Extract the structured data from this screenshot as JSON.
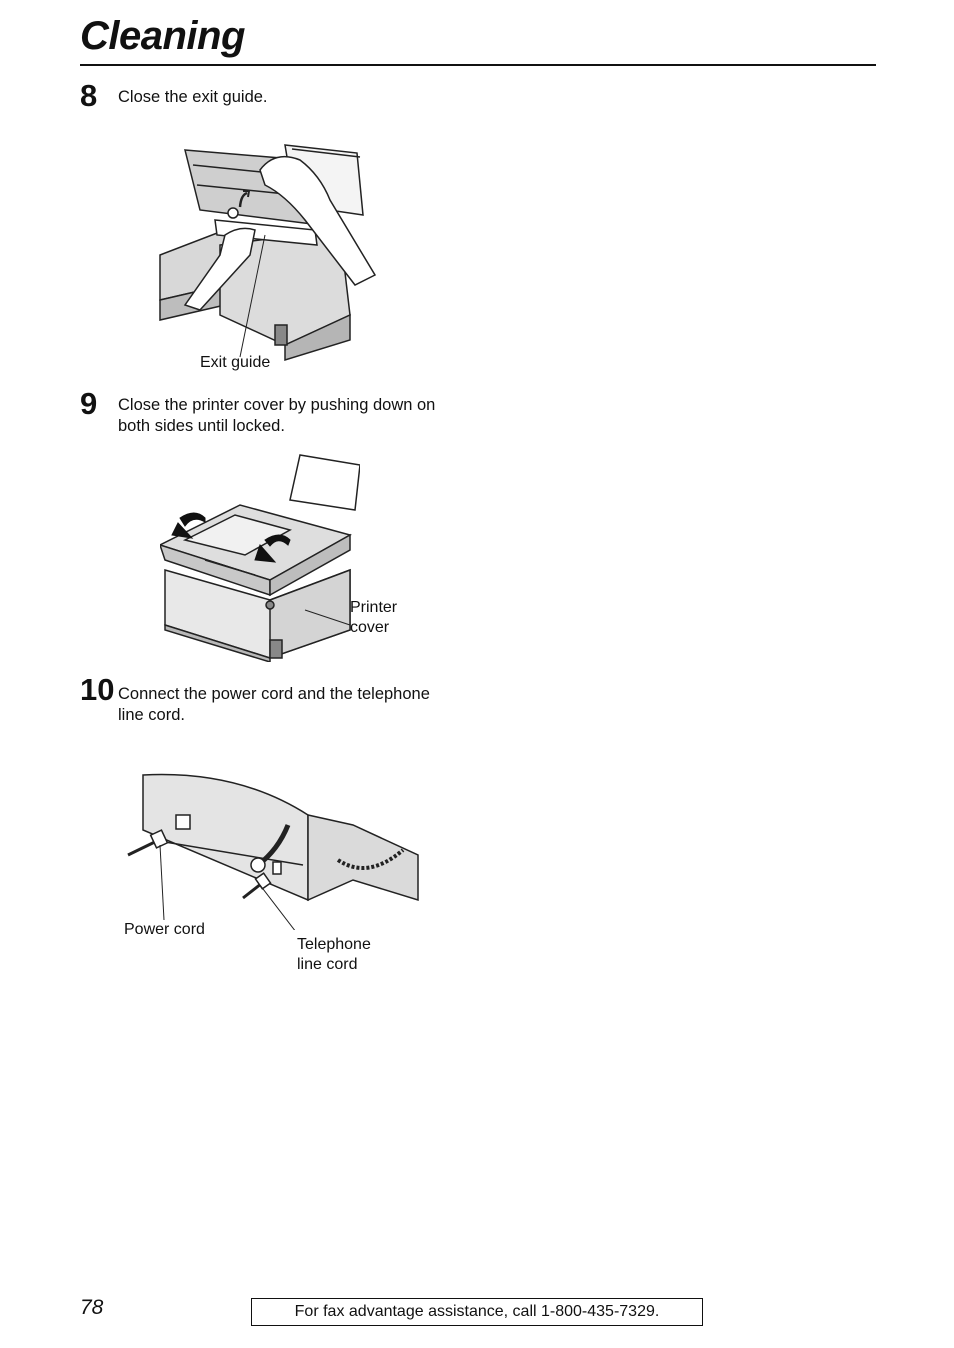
{
  "page": {
    "title": "Cleaning",
    "page_number": "78",
    "footer": "For fax advantage assistance, call 1-800-435-7329."
  },
  "steps": [
    {
      "number": "8",
      "text": "Close the exit guide.",
      "figure_labels": [
        "Exit guide"
      ]
    },
    {
      "number": "9",
      "text": "Close the printer cover by pushing down on both sides until locked.",
      "figure_labels": [
        "Printer",
        "cover"
      ]
    },
    {
      "number": "10",
      "text": "Connect the power cord and the telephone line cord.",
      "figure_labels": [
        "Power cord",
        "Telephone",
        "line cord"
      ]
    }
  ]
}
